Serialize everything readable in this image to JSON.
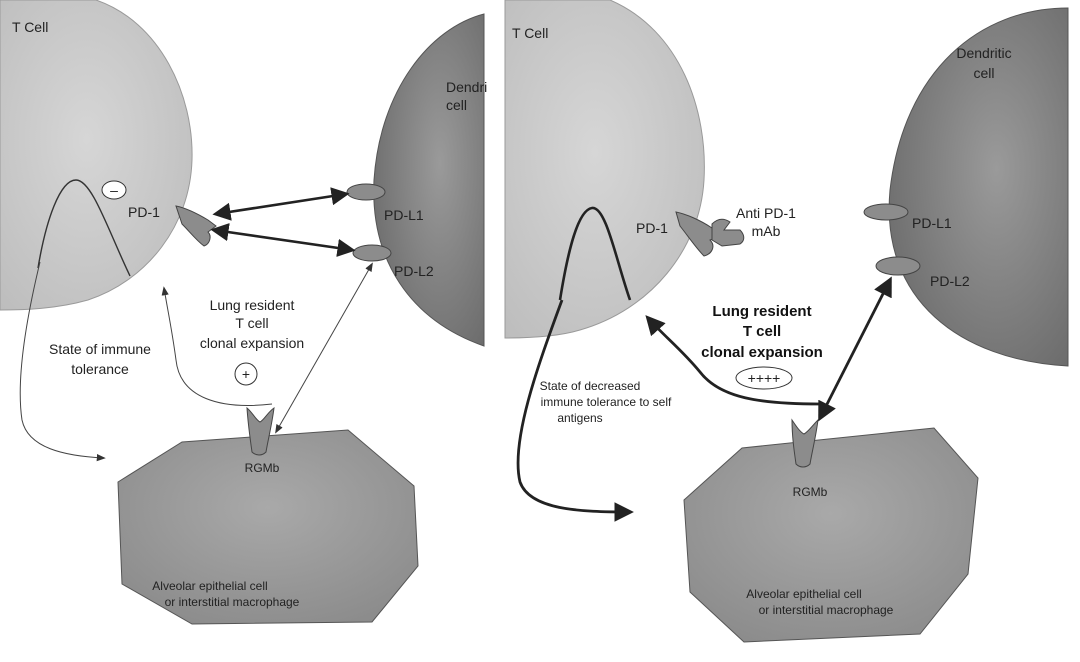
{
  "colors": {
    "t_cell": "#c9c9c9",
    "dendritic": "#7d7d7d",
    "epithelial": "#979797",
    "molecule": "#8c8c8c",
    "outline": "#444444",
    "arrow": "#222222",
    "background": "#ffffff"
  },
  "panels": [
    {
      "t_cell_label": "T Cell",
      "dendritic_label": [
        "Dendri",
        "cell"
      ],
      "pd1_label": "PD-1",
      "pdl1_label": "PD-L1",
      "pdl2_label": "PD-L2",
      "rgmb_label": "RGMb",
      "minus_symbol": "–",
      "expansion_label": [
        "Lung resident",
        "T cell",
        "clonal expansion"
      ],
      "expansion_symbol": "+",
      "tolerance_label": [
        "State of immune",
        "tolerance"
      ],
      "epithelial_label": [
        "Alveolar epithelial cell",
        "or interstitial macrophage"
      ]
    },
    {
      "t_cell_label": "T Cell",
      "dendritic_label": [
        "Dendritic",
        "cell"
      ],
      "pd1_label": "PD-1",
      "antibody_label": [
        "Anti PD-1",
        "mAb"
      ],
      "pdl1_label": "PD-L1",
      "pdl2_label": "PD-L2",
      "rgmb_label": "RGMb",
      "expansion_label": [
        "Lung resident",
        "T cell",
        "clonal expansion"
      ],
      "expansion_symbol": "++++",
      "tolerance_label": [
        "State of decreased",
        "immune tolerance to self",
        "antigens"
      ],
      "epithelial_label": [
        "Alveolar epithelial cell",
        "or interstitial macrophage"
      ]
    }
  ]
}
